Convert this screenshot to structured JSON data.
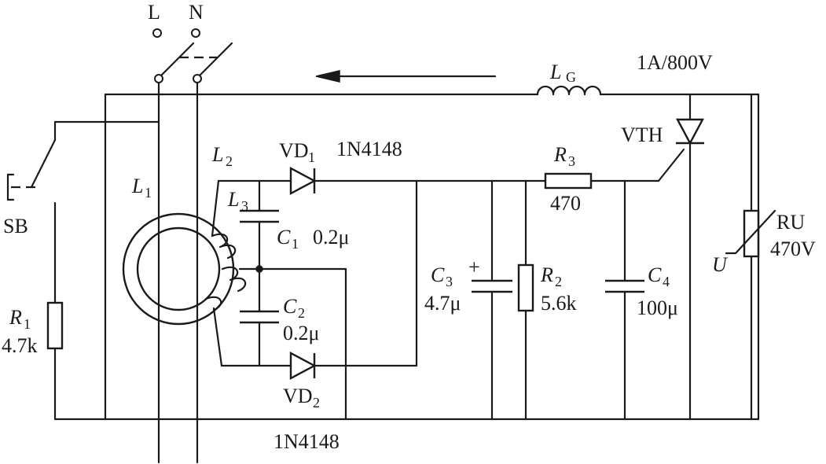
{
  "mains": {
    "live": "L",
    "neutral": "N"
  },
  "switch": {
    "label": "SB"
  },
  "r1": {
    "name": "R",
    "sub": "1",
    "value": "4.7k"
  },
  "l1": {
    "name": "L",
    "sub": "1"
  },
  "l2": {
    "name": "L",
    "sub": "2"
  },
  "l3": {
    "name": "L",
    "sub": "3"
  },
  "vd1": {
    "name": "VD",
    "sub": "1",
    "part": "1N4148"
  },
  "vd2": {
    "name": "VD",
    "sub": "2",
    "part": "1N4148"
  },
  "c1": {
    "name": "C",
    "sub": "1",
    "value": "0.2μ"
  },
  "c2": {
    "name": "C",
    "sub": "2",
    "value": "0.2μ"
  },
  "c3": {
    "name": "C",
    "sub": "3",
    "value": "4.7μ",
    "polarity": "+"
  },
  "r2": {
    "name": "R",
    "sub": "2",
    "value": "5.6k"
  },
  "r3": {
    "name": "R",
    "sub": "3",
    "value": "470"
  },
  "c4": {
    "name": "C",
    "sub": "4",
    "value": "100μ"
  },
  "lg": {
    "name": "L",
    "sub": "G"
  },
  "vth": {
    "label": "VTH",
    "rating": "1A/800V"
  },
  "ru": {
    "label": "RU",
    "value": "470V",
    "u": "U"
  }
}
